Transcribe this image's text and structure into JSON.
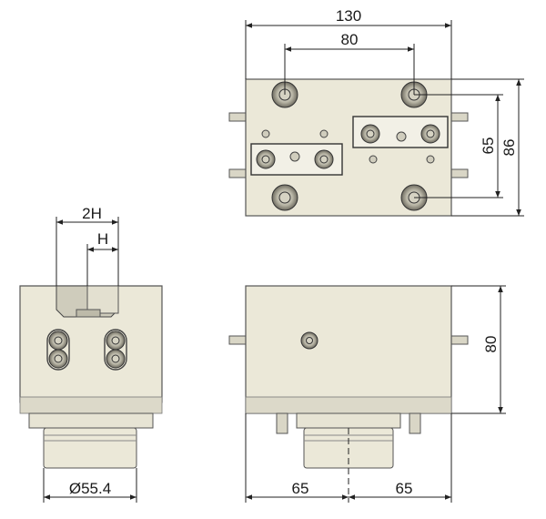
{
  "drawing": {
    "top_view": {
      "width": "130",
      "bolt_spacing": "80",
      "hole_spacing": "65",
      "depth": "86"
    },
    "side_view": {
      "slot_2h": "2H",
      "slot_h": "H",
      "diameter": "Ø55.4"
    },
    "front_view": {
      "height": "80",
      "left_offset": "65",
      "right_offset": "65"
    }
  }
}
